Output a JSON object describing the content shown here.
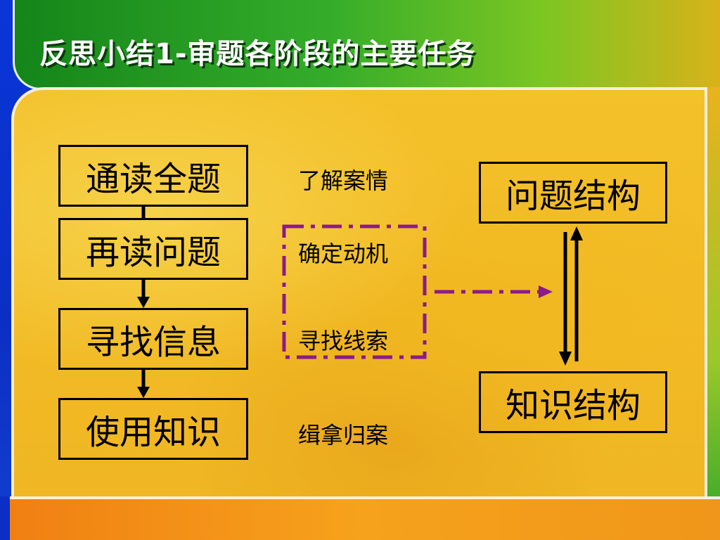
{
  "slide": {
    "title": "反思小结1-审题各阶段的主要任务"
  },
  "steps": [
    {
      "label": "通读全题",
      "note": "了解案情"
    },
    {
      "label": "再读问题",
      "note": "确定动机"
    },
    {
      "label": "寻找信息",
      "note": "寻找线索"
    },
    {
      "label": "使用知识",
      "note": "缉拿归案"
    }
  ],
  "structures": {
    "problem": "问题结构",
    "knowledge": "知识结构"
  },
  "colors": {
    "dashed_box": "#8b1a8b",
    "box_border": "#000000",
    "title_text": "#ffffff"
  }
}
